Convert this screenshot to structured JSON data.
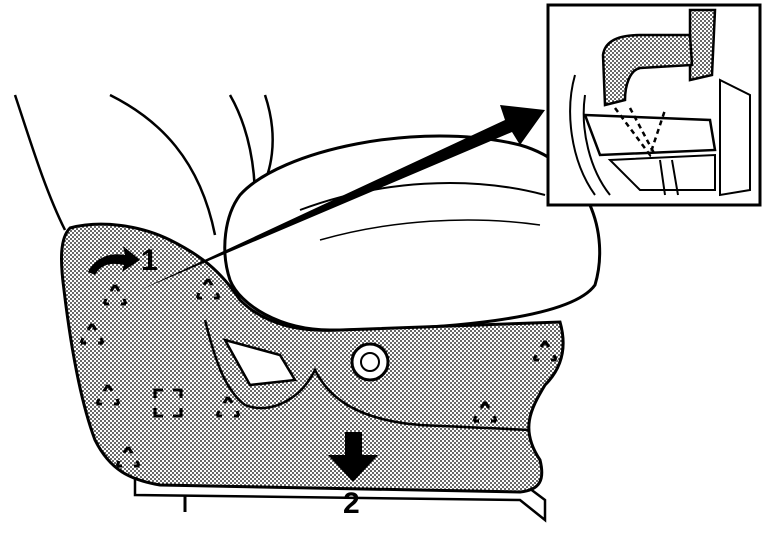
{
  "diagram": {
    "callouts": [
      {
        "id": "step-1",
        "text": "1"
      },
      {
        "id": "step-2",
        "text": "2"
      }
    ],
    "colors": {
      "line": "#000000",
      "fill": "#ffffff",
      "dots": "#000000"
    }
  }
}
